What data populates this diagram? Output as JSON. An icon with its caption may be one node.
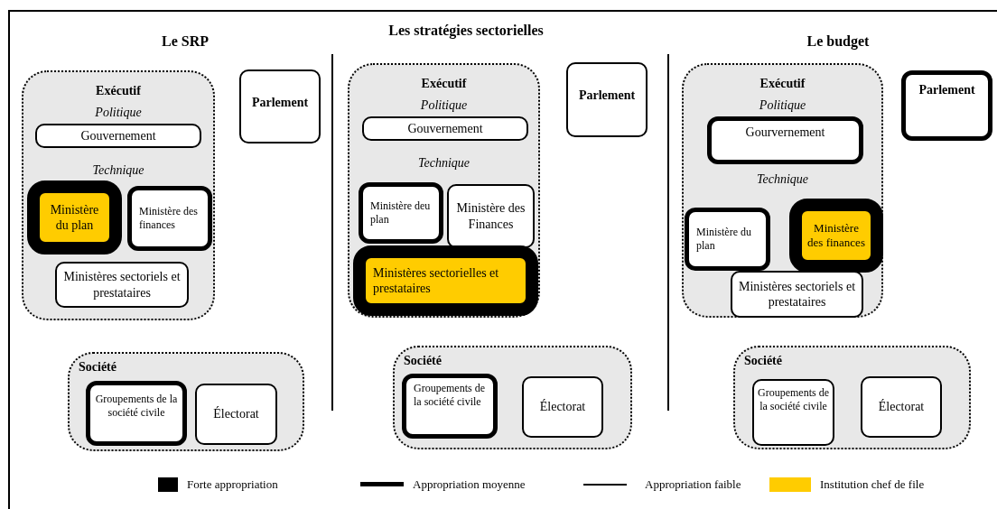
{
  "diagram": {
    "nodes": [
      {
        "text": [
          "Exécutif",
          "Politique",
          "Technique"
        ]
      },
      {
        "text": [
          "Gouvernement"
        ],
        "in": 0
      },
      {
        "text": [
          "Ministère du plan"
        ],
        "in": 0
      },
      {
        "text": [
          "Ministère des finances"
        ],
        "in": 0
      },
      {
        "text": [
          "Ministères sectoriels et prestataires"
        ],
        "in": 0
      },
      {
        "text": [
          "Parlement"
        ]
      },
      {
        "text": [
          "Société"
        ]
      },
      {
        "text": [
          "Groupements de la société civile"
        ],
        "in": 6
      },
      {
        "text": [
          "Électorat"
        ],
        "in": 6
      },
      {
        "text": [
          "Exécutif",
          "Politique",
          "Technique"
        ]
      },
      {
        "text": [
          "Gouvernement"
        ],
        "in": 9
      },
      {
        "text": [
          "Ministère deu plan"
        ],
        "in": 9
      },
      {
        "text": [
          "Ministère des Finances"
        ],
        "in": 9
      },
      {
        "text": [
          "Ministères sectorielles et prestataires"
        ],
        "in": 9
      },
      {
        "text": [
          "Parlement"
        ]
      },
      {
        "text": [
          "Société"
        ]
      },
      {
        "text": [
          "Groupements de la société civile"
        ],
        "in": 15
      },
      {
        "text": [
          "Électorat"
        ],
        "in": 15
      },
      {
        "text": [
          "Exécutif",
          "Politique",
          "Technique"
        ]
      },
      {
        "text": [
          "Gourvernement"
        ],
        "in": 18
      },
      {
        "text": [
          "Ministère du plan"
        ],
        "in": 18
      },
      {
        "text": [
          "Ministère des finances"
        ],
        "in": 18
      },
      {
        "text": [
          "Ministères sectoriels et prestataires"
        ],
        "in": 18
      },
      {
        "text": [
          "Parlement"
        ]
      },
      {
        "text": [
          "Société"
        ]
      },
      {
        "text": [
          "Groupements de la société civile"
        ],
        "in": 24
      },
      {
        "text": [
          "Électorat"
        ],
        "in": 24
      }
    ],
    "labels": [
      "Le SRP",
      "Les stratégies sectorielles",
      "Le budget"
    ],
    "legend": [
      {
        "text": "Forte appropriation",
        "color": "#000000"
      },
      {
        "text": "Appropriation moyenne"
      },
      {
        "text": "Appropriation faible"
      },
      {
        "text": "Institution chef de file",
        "color": "#ffcc00"
      }
    ]
  }
}
